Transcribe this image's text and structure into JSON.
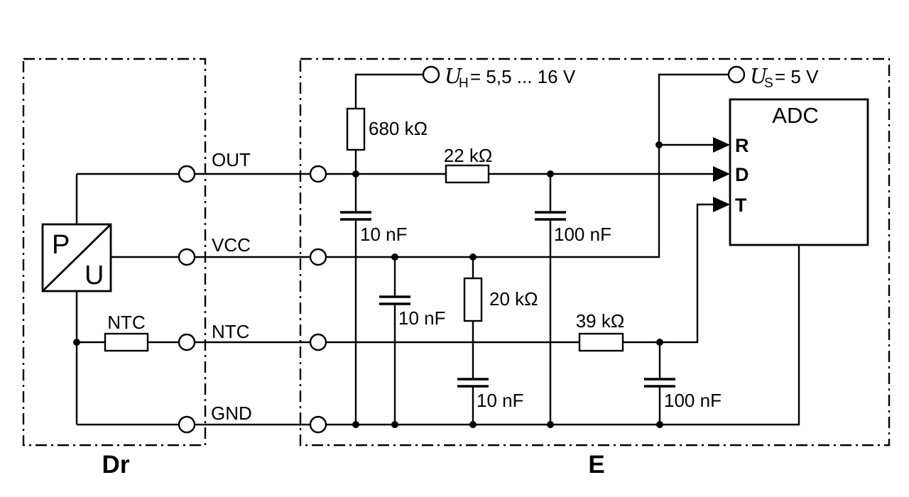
{
  "modules": {
    "sensor": {
      "label": "Dr",
      "pu_block": {
        "p": "P",
        "u": "U"
      },
      "ntc_component": "NTC"
    },
    "ecu": {
      "label": "E",
      "adc": {
        "title": "ADC",
        "pin_r": "R",
        "pin_d": "D",
        "pin_t": "T"
      }
    }
  },
  "signals": {
    "out": "OUT",
    "vcc": "VCC",
    "ntc": "NTC",
    "gnd": "GND"
  },
  "supplies": {
    "uh": {
      "symbol": "U",
      "subscript": "H",
      "value": "= 5,5 ... 16 V"
    },
    "us": {
      "symbol": "U",
      "subscript": "S",
      "value": "= 5 V"
    }
  },
  "resistors": {
    "r680k": "680 kΩ",
    "r22k": "22 kΩ",
    "r20k": "20 kΩ",
    "r39k": "39 kΩ"
  },
  "capacitors": {
    "c10n_out": "10 nF",
    "c100n_out": "100 nF",
    "c10n_vcc": "10 nF",
    "c10n_ntc": "10 nF",
    "c100n_ntc": "100 nF"
  },
  "colors": {
    "line": "#000000",
    "background": "#ffffff"
  }
}
